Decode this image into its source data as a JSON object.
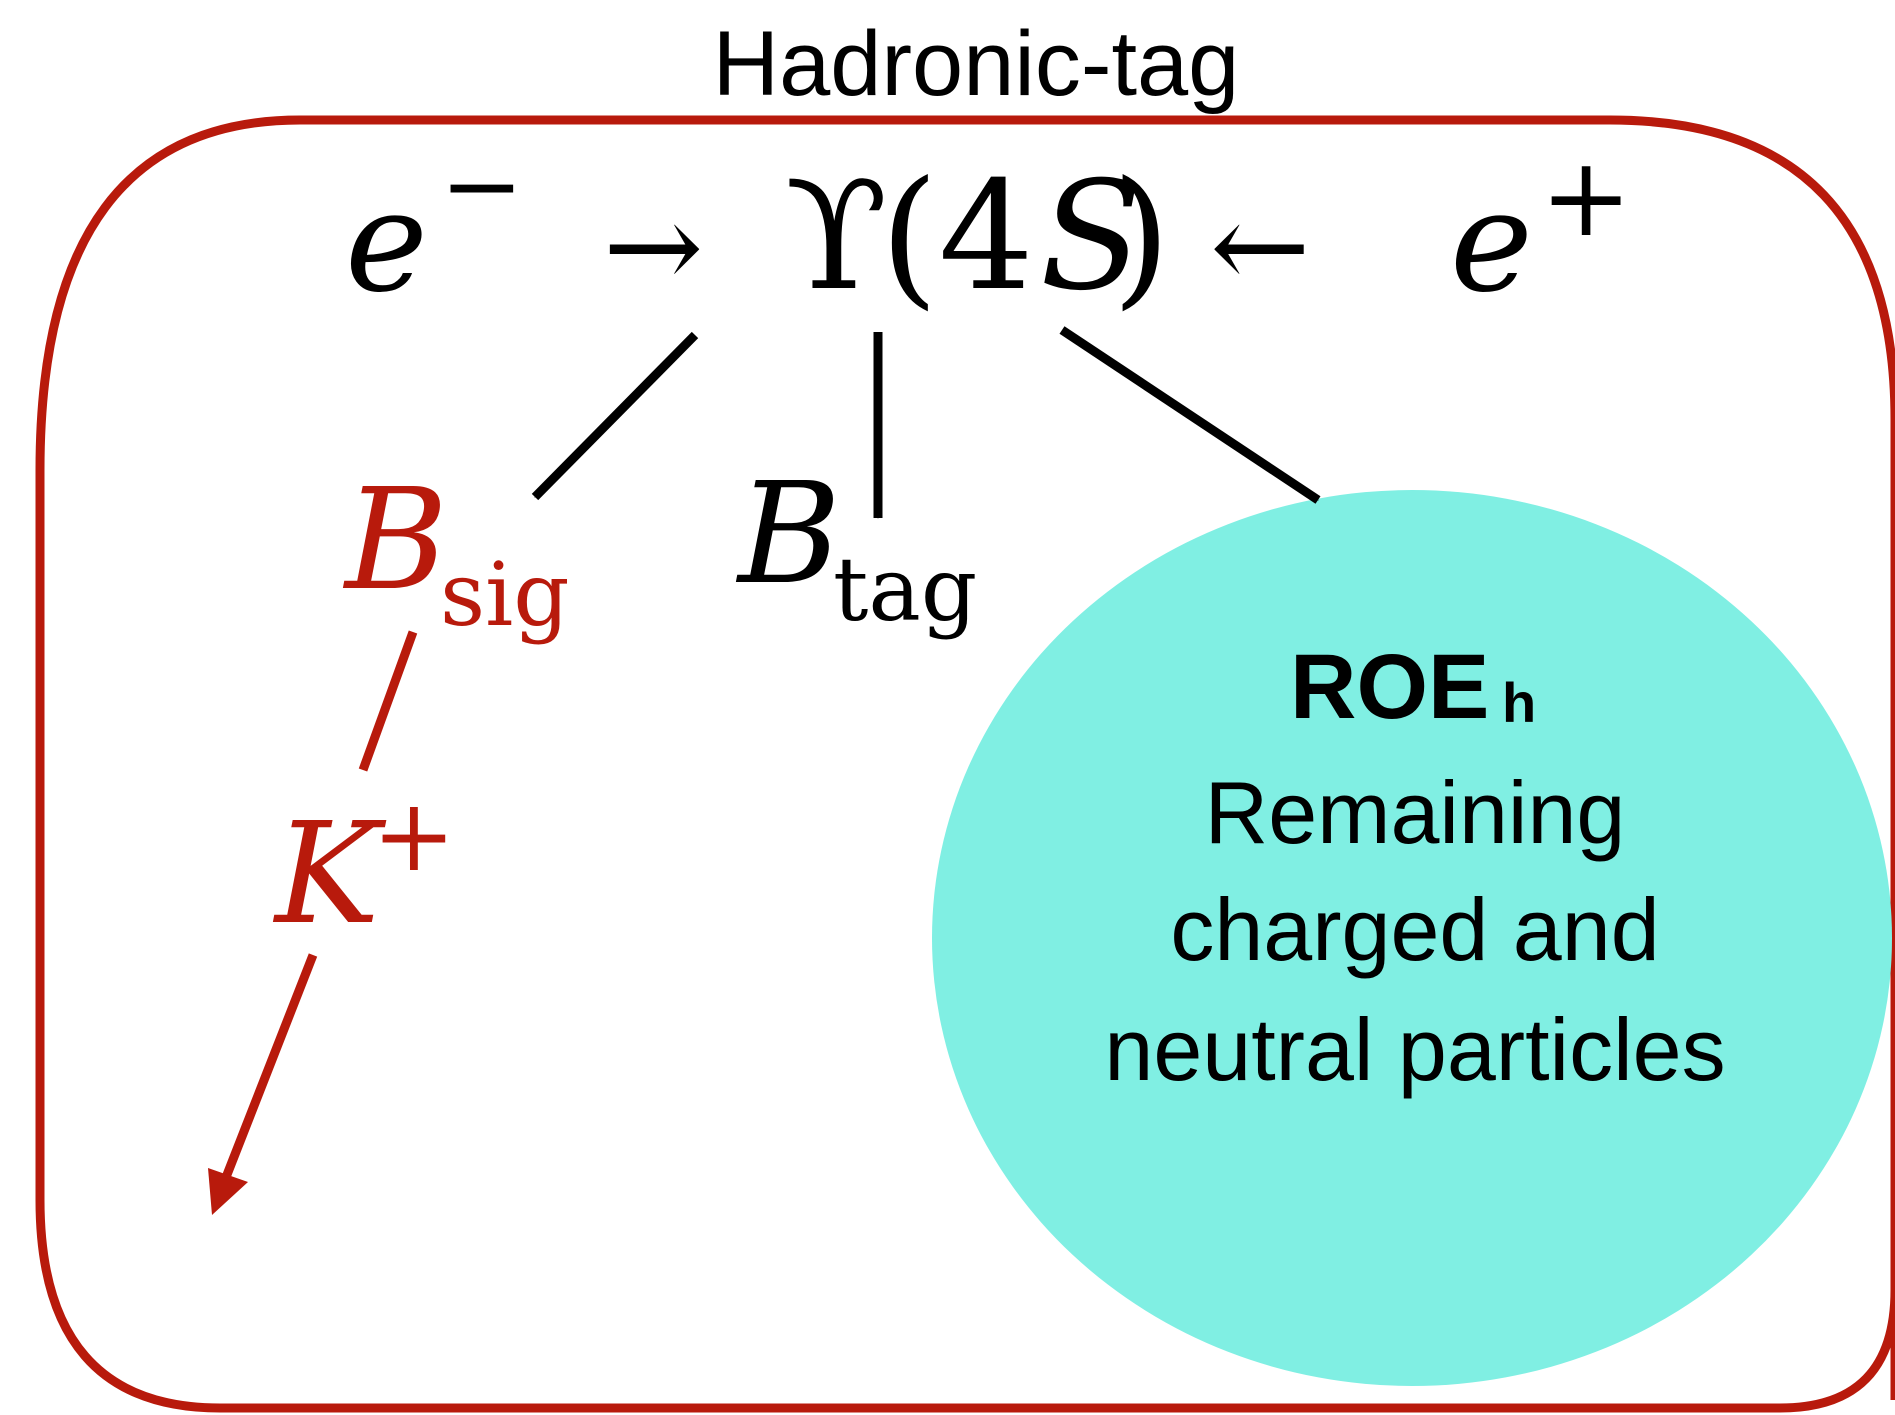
{
  "title": "Hadronic-tag",
  "colors": {
    "frame": "#b81a0c",
    "signal": "#b81a0c",
    "ink": "#000000",
    "roe_fill": "#80efe3"
  },
  "process": {
    "electron": "e",
    "electron_sup": "−",
    "positron": "e",
    "positron_sup": "+",
    "arrow_right": "→",
    "arrow_left": "←",
    "resonance_symbol": "ϒ",
    "resonance_open": "(4",
    "resonance_S": "S",
    "resonance_close": ")"
  },
  "b_sig": {
    "symbol": "B",
    "subscript": "sig"
  },
  "b_tag": {
    "symbol": "B",
    "subscript": "tag"
  },
  "kaon": {
    "symbol": "K",
    "superscript": "+"
  },
  "roe": {
    "label_main": "ROE",
    "label_sub": "h",
    "description_lines": [
      "Remaining",
      "charged and",
      "neutral particles"
    ]
  }
}
